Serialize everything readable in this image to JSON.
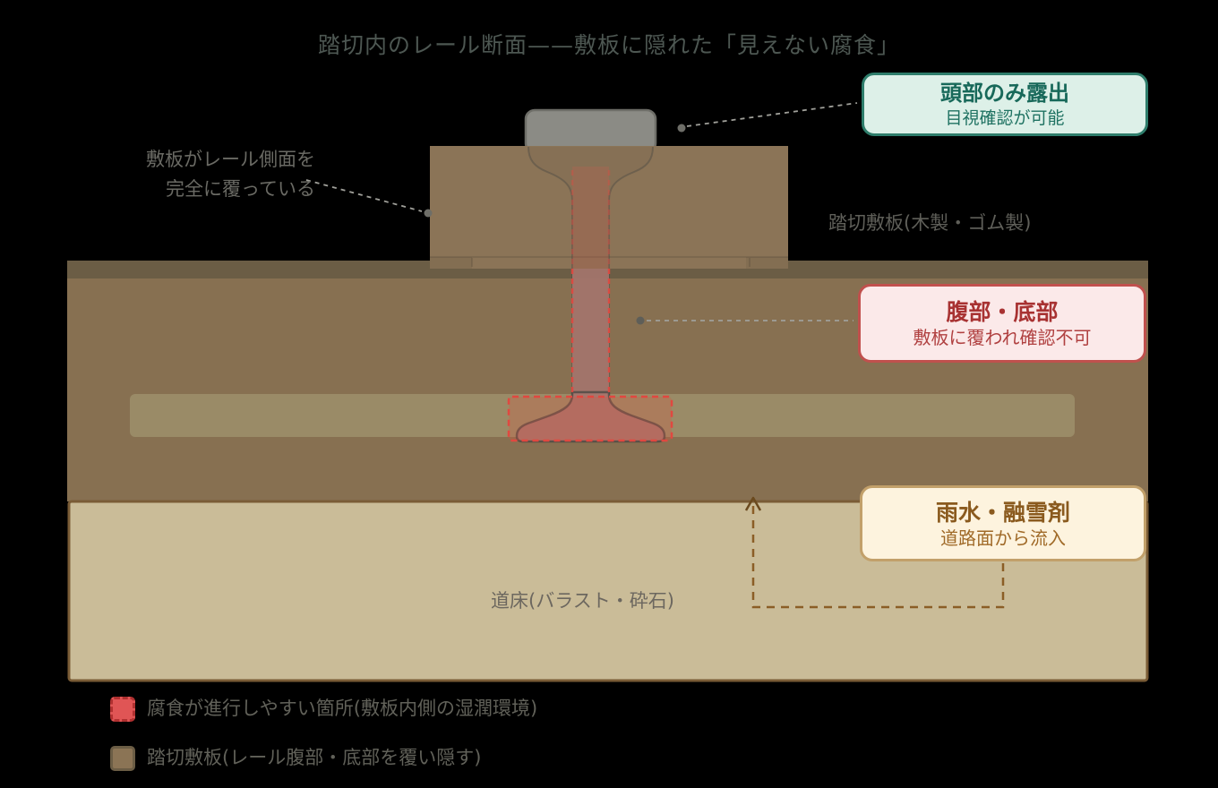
{
  "title": "踏切内のレール断面——敷板に隠れた「見えない腐食」",
  "callouts": {
    "head": {
      "title": "頭部のみ露出",
      "subtitle": "目視確認が可能"
    },
    "web": {
      "title": "腹部・底部",
      "subtitle": "敷板に覆われ確認不可"
    },
    "water": {
      "title": "雨水・融雪剤",
      "subtitle": "道路面から流入"
    }
  },
  "labels": {
    "board_cover_line1": "敷板がレール側面を",
    "board_cover_line2": "完全に覆っている",
    "crossing_board": "踏切敷板(木製・ゴム製)",
    "ballast": "道床(バラスト・砕石)"
  },
  "legend": {
    "items": [
      {
        "swatch": "corrosion-zone",
        "label": "腐食が進行しやすい箇所(敷板内側の湿潤環境)"
      },
      {
        "swatch": "crossing-board",
        "label": "踏切敷板(レール腹部・底部を覆い隠す)"
      }
    ]
  },
  "colors": {
    "background": "#000000",
    "corrosion_red": "#e04840",
    "corrosion_swatch": "#e05555",
    "board_brown": "#8b7457",
    "underground_brown": "#877051",
    "road_surface_strip": "#6b5d45",
    "sleeper_strip": "#9a8b67",
    "ballast_tan": "#cabc98",
    "ballast_border": "#7a5c36",
    "rail_head_gray": "#8b8b85",
    "rail_steel_mauve": "#a4756c",
    "water_path_brown": "#8b5e26",
    "callout_head_bg": "#ddf0e8",
    "callout_head_border": "#2e7d6b",
    "callout_head_text": "#18695a",
    "callout_web_bg": "#fbe9e9",
    "callout_web_border": "#c0504d",
    "callout_web_text": "#a83232",
    "callout_water_bg": "#fdf3de",
    "callout_water_border": "#c2a06a",
    "callout_water_text": "#8a5a1e"
  }
}
